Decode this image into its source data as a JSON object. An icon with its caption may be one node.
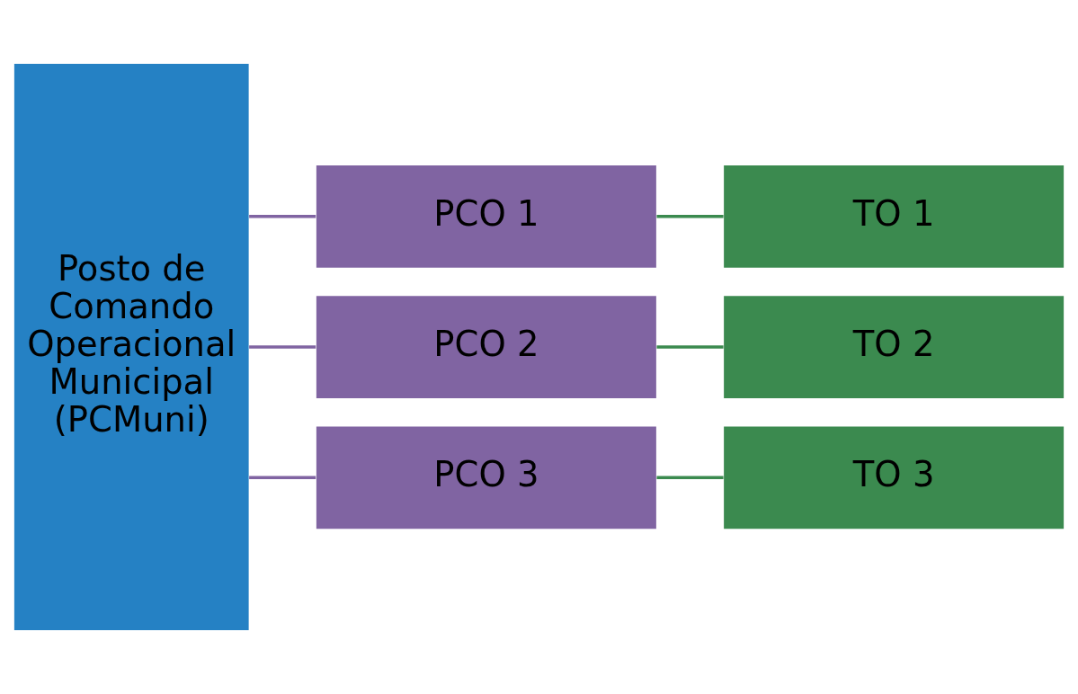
{
  "diagram": {
    "nodes": [
      {
        "text": [
          "Posto de Comando Operacional Municipal (PCMuni)"
        ]
      },
      {
        "text": [
          "PCO 1"
        ]
      },
      {
        "text": [
          "PCO 2"
        ]
      },
      {
        "text": [
          "PCO 3"
        ]
      },
      {
        "text": [
          "TO 1"
        ]
      },
      {
        "text": [
          "TO 2"
        ]
      },
      {
        "text": [
          "TO 3"
        ]
      }
    ],
    "edges": [
      {
        "from": 0,
        "to": 1,
        "arrow": "none",
        "color": "#8064a2"
      },
      {
        "from": 0,
        "to": 2,
        "arrow": "none",
        "color": "#8064a2"
      },
      {
        "from": 0,
        "to": 3,
        "arrow": "none",
        "color": "#8064a2"
      },
      {
        "from": 1,
        "to": 4,
        "arrow": "none",
        "color": "#3b8a4f"
      },
      {
        "from": 2,
        "to": 5,
        "arrow": "none",
        "color": "#3b8a4f"
      },
      {
        "from": 3,
        "to": 6,
        "arrow": "none",
        "color": "#3b8a4f"
      }
    ]
  }
}
